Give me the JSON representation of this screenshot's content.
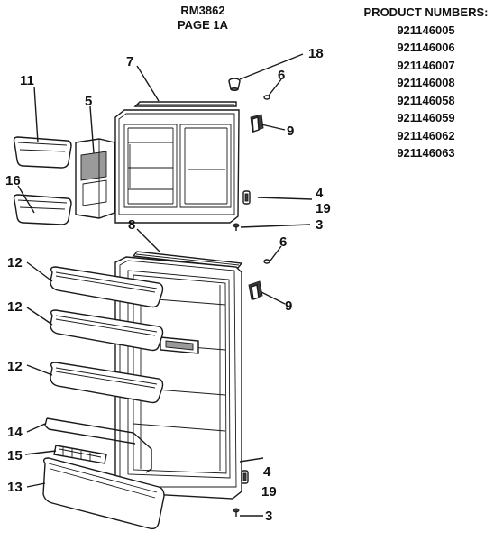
{
  "header": {
    "model": "RM3862",
    "page": "PAGE 1A"
  },
  "products": {
    "title": "PRODUCT NUMBERS:",
    "numbers": [
      "921146005",
      "921146006",
      "921146007",
      "921146008",
      "921146058",
      "921146059",
      "921146062",
      "921146063"
    ]
  },
  "callouts": {
    "c3a": "3",
    "c3b": "3",
    "c4a": "4",
    "c4b": "4",
    "c5": "5",
    "c6a": "6",
    "c6b": "6",
    "c7": "7",
    "c8": "8",
    "c9a": "9",
    "c9b": "9",
    "c11": "11",
    "c12a": "12",
    "c12b": "12",
    "c12c": "12",
    "c13": "13",
    "c14": "14",
    "c15": "15",
    "c16": "16",
    "c18": "18",
    "c19a": "19",
    "c19b": "19"
  }
}
